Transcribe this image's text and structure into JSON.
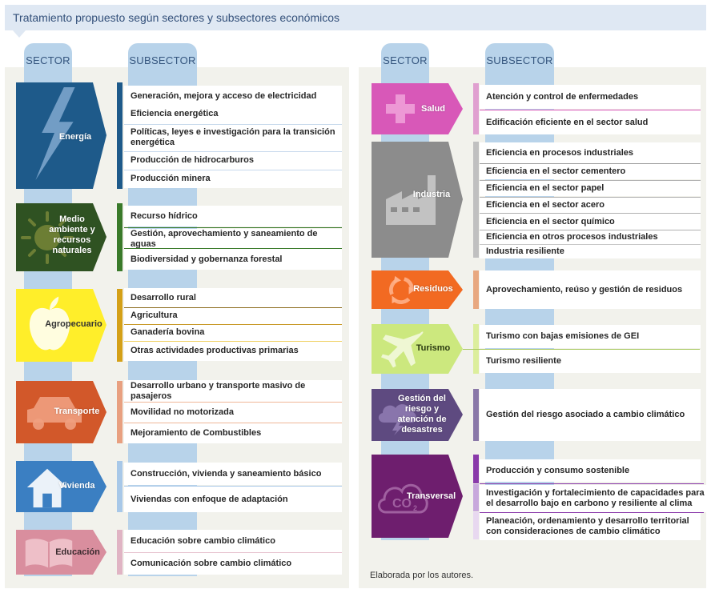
{
  "title": "Tratamiento propuesto según sectores y subsectores económicos",
  "headers": {
    "sector": "SECTOR",
    "subsector": "SUBSECTOR"
  },
  "footer": "Elaborada por los autores.",
  "colors": {
    "energia": "#1e5a8a",
    "medio": "#2f5222",
    "agro": "#ffee2a",
    "transporte": "#d2582a",
    "vivienda": "#3b7fc2",
    "educacion": "#d98e9e",
    "salud": "#d858b8",
    "industria": "#8c8c8c",
    "residuos": "#f26a22",
    "turismo": "#cce87e",
    "gestion": "#5e4a80",
    "transversal": "#6e1e6e",
    "tab": "#b8d3ea",
    "panel": "#f2f2ec"
  },
  "left": [
    {
      "name": "Energía",
      "icon": "lightning-icon",
      "color": "#1e5a8a",
      "subsectors": [
        "Generación, mejora y acceso de electricidad",
        "Eficiencia energética",
        "Políticas, leyes e investigación para la transición energética",
        "Producción de hidrocarburos",
        "Producción minera"
      ]
    },
    {
      "name": "Medio ambiente y recursos naturales",
      "icon": "sun-icon",
      "color": "#2f5222",
      "subsectors": [
        "Recurso hídrico",
        "Gestión, aprovechamiento y saneamiento de aguas",
        "Biodiversidad y gobernanza forestal"
      ]
    },
    {
      "name": "Agropecuario",
      "icon": "apple-icon",
      "color": "#ffee2a",
      "subsectors": [
        "Desarrollo rural",
        "Agricultura",
        "Ganadería bovina",
        "Otras actividades productivas primarias"
      ]
    },
    {
      "name": "Transporte",
      "icon": "car-icon",
      "color": "#d2582a",
      "subsectors": [
        "Desarrollo urbano y transporte masivo de pasajeros",
        "Movilidad no motorizada",
        "Mejoramiento de Combustibles"
      ]
    },
    {
      "name": "Vivienda",
      "icon": "house-icon",
      "color": "#3b7fc2",
      "subsectors": [
        "Construcción, vivienda y saneamiento básico",
        "Viviendas con enfoque de adaptación"
      ]
    },
    {
      "name": "Educación",
      "icon": "book-icon",
      "color": "#d98e9e",
      "subsectors": [
        "Educación sobre cambio climático",
        "Comunicación sobre cambio climático"
      ]
    }
  ],
  "right": [
    {
      "name": "Salud",
      "icon": "cross-icon",
      "color": "#d858b8",
      "subsectors": [
        "Atención y control de enfermedades",
        "Edificación eficiente en el sector salud"
      ]
    },
    {
      "name": "Industria",
      "icon": "factory-icon",
      "color": "#8c8c8c",
      "subsectors": [
        "Eficiencia en procesos industriales",
        "Eficiencia en el sector cementero",
        "Eficiencia en el sector papel",
        "Eficiencia en el sector acero",
        "Eficiencia en el sector químico",
        "Eficiencia en otros procesos industriales",
        "Industria resiliente"
      ]
    },
    {
      "name": "Residuos",
      "icon": "recycle-icon",
      "color": "#f26a22",
      "subsectors": [
        "Aprovechamiento, reúso y gestión de residuos"
      ]
    },
    {
      "name": "Turismo",
      "icon": "airplane-icon",
      "color": "#cce87e",
      "subsectors": [
        "Turismo con bajas emisiones de GEI",
        "Turismo resiliente"
      ]
    },
    {
      "name": "Gestión del riesgo y atención de desastres",
      "icon": "cloud-lightning-icon",
      "color": "#5e4a80",
      "subsectors": [
        "Gestión del riesgo asociado a cambio climático"
      ]
    },
    {
      "name": "Transversal",
      "icon": "co2-cloud-icon",
      "color": "#6e1e6e",
      "subsectors": [
        "Producción y consumo sostenible",
        "Investigación y fortalecimiento de capacidades para el desarrollo bajo en carbono y resiliente al clima",
        "Planeación, ordenamiento y desarrollo territorial con consideraciones de cambio climático"
      ]
    }
  ]
}
